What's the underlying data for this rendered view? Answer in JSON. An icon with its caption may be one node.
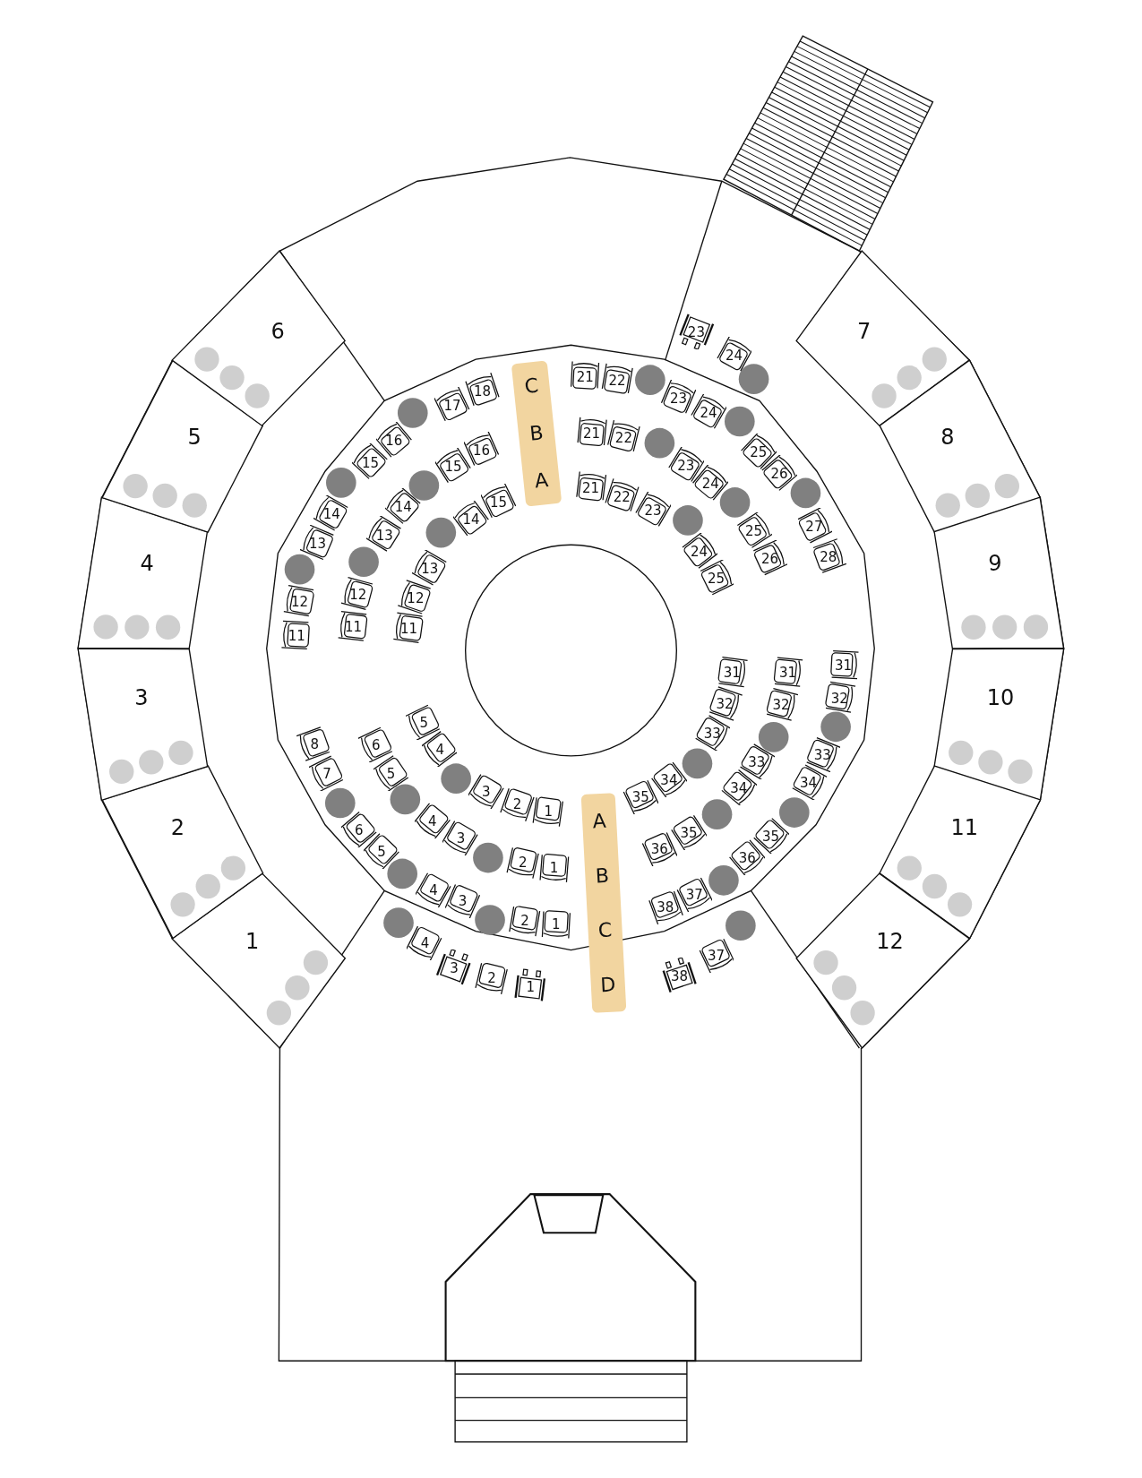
{
  "diagram": {
    "nodes": [
      {
        "text": [
          "1"
        ]
      },
      {
        "text": [
          "2"
        ]
      },
      {
        "text": [
          "3"
        ]
      },
      {
        "text": [
          "4"
        ]
      },
      {
        "text": [
          "5"
        ]
      },
      {
        "text": [
          "6"
        ]
      },
      {
        "text": [
          "7"
        ]
      },
      {
        "text": [
          "8"
        ]
      },
      {
        "text": [
          "9"
        ]
      },
      {
        "text": [
          "10"
        ]
      },
      {
        "text": [
          "11"
        ]
      },
      {
        "text": [
          "12"
        ]
      },
      {
        "text": [
          "C",
          "B",
          "A"
        ]
      },
      {
        "text": [
          "A",
          "B",
          "C",
          "D"
        ]
      },
      {
        "text": [
          "17"
        ]
      },
      {
        "text": [
          "18"
        ]
      },
      {
        "text": [
          "16"
        ]
      },
      {
        "text": [
          "15"
        ]
      },
      {
        "text": [
          "14"
        ]
      },
      {
        "text": [
          "13"
        ]
      },
      {
        "text": [
          "12"
        ]
      },
      {
        "text": [
          "11"
        ]
      },
      {
        "text": [
          "16"
        ]
      },
      {
        "text": [
          "15"
        ]
      },
      {
        "text": [
          "14"
        ]
      },
      {
        "text": [
          "13"
        ]
      },
      {
        "text": [
          "12"
        ]
      },
      {
        "text": [
          "11"
        ]
      },
      {
        "text": [
          "15"
        ]
      },
      {
        "text": [
          "14"
        ]
      },
      {
        "text": [
          "13"
        ]
      },
      {
        "text": [
          "12"
        ]
      },
      {
        "text": [
          "11"
        ]
      },
      {
        "text": [
          "23"
        ]
      },
      {
        "text": [
          "24"
        ]
      },
      {
        "text": [
          "21"
        ]
      },
      {
        "text": [
          "22"
        ]
      },
      {
        "text": [
          "23"
        ]
      },
      {
        "text": [
          "24"
        ]
      },
      {
        "text": [
          "25"
        ]
      },
      {
        "text": [
          "26"
        ]
      },
      {
        "text": [
          "27"
        ]
      },
      {
        "text": [
          "28"
        ]
      },
      {
        "text": [
          "21"
        ]
      },
      {
        "text": [
          "22"
        ]
      },
      {
        "text": [
          "23"
        ]
      },
      {
        "text": [
          "24"
        ]
      },
      {
        "text": [
          "25"
        ]
      },
      {
        "text": [
          "26"
        ]
      },
      {
        "text": [
          "21"
        ]
      },
      {
        "text": [
          "22"
        ]
      },
      {
        "text": [
          "23"
        ]
      },
      {
        "text": [
          "24"
        ]
      },
      {
        "text": [
          "25"
        ]
      },
      {
        "text": [
          "5"
        ]
      },
      {
        "text": [
          "4"
        ]
      },
      {
        "text": [
          "3"
        ]
      },
      {
        "text": [
          "2"
        ]
      },
      {
        "text": [
          "1"
        ]
      },
      {
        "text": [
          "6"
        ]
      },
      {
        "text": [
          "5"
        ]
      },
      {
        "text": [
          "4"
        ]
      },
      {
        "text": [
          "3"
        ]
      },
      {
        "text": [
          "2"
        ]
      },
      {
        "text": [
          "1"
        ]
      },
      {
        "text": [
          "8"
        ]
      },
      {
        "text": [
          "7"
        ]
      },
      {
        "text": [
          "6"
        ]
      },
      {
        "text": [
          "5"
        ]
      },
      {
        "text": [
          "4"
        ]
      },
      {
        "text": [
          "3"
        ]
      },
      {
        "text": [
          "2"
        ]
      },
      {
        "text": [
          "1"
        ]
      },
      {
        "text": [
          "4"
        ]
      },
      {
        "text": [
          "3"
        ]
      },
      {
        "text": [
          "2"
        ]
      },
      {
        "text": [
          "1"
        ]
      },
      {
        "text": [
          "31"
        ]
      },
      {
        "text": [
          "32"
        ]
      },
      {
        "text": [
          "33"
        ]
      },
      {
        "text": [
          "34"
        ]
      },
      {
        "text": [
          "35"
        ]
      },
      {
        "text": [
          "31"
        ]
      },
      {
        "text": [
          "32"
        ]
      },
      {
        "text": [
          "33"
        ]
      },
      {
        "text": [
          "34"
        ]
      },
      {
        "text": [
          "35"
        ]
      },
      {
        "text": [
          "36"
        ]
      },
      {
        "text": [
          "31"
        ]
      },
      {
        "text": [
          "32"
        ]
      },
      {
        "text": [
          "33"
        ]
      },
      {
        "text": [
          "34"
        ]
      },
      {
        "text": [
          "35"
        ]
      },
      {
        "text": [
          "36"
        ]
      },
      {
        "text": [
          "37"
        ]
      },
      {
        "text": [
          "38"
        ]
      },
      {
        "text": [
          "37"
        ]
      },
      {
        "text": [
          "38"
        ]
      }
    ]
  }
}
